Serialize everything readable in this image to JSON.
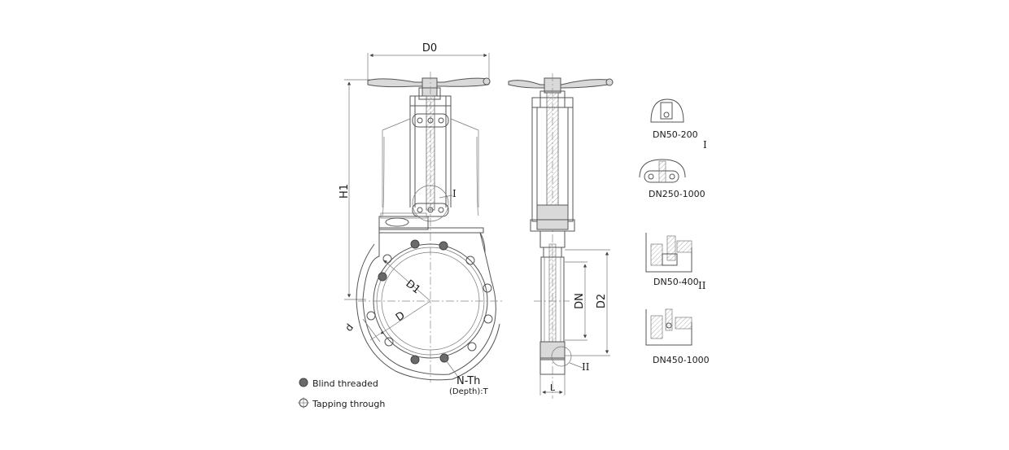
{
  "front_view": {
    "dim_d0": "D0",
    "dim_h1": "H1",
    "dim_d1": "D1",
    "dim_d": "D",
    "dim_small_d": "d",
    "detail_i": "I",
    "n_th": "N-Th",
    "depth": "(Depth):T"
  },
  "side_view": {
    "dim_dn": "DN",
    "dim_d2": "D2",
    "dim_l": "L",
    "detail_ii": "II"
  },
  "details": {
    "roman_i": "I",
    "roman_ii": "II",
    "d1_label": "DN50-200",
    "d2_label": "DN250-1000",
    "d3_label": "DN50-400",
    "d4_label": "DN450-1000"
  },
  "legend": {
    "blind": "Blind threaded",
    "tapping": "Tapping through"
  }
}
